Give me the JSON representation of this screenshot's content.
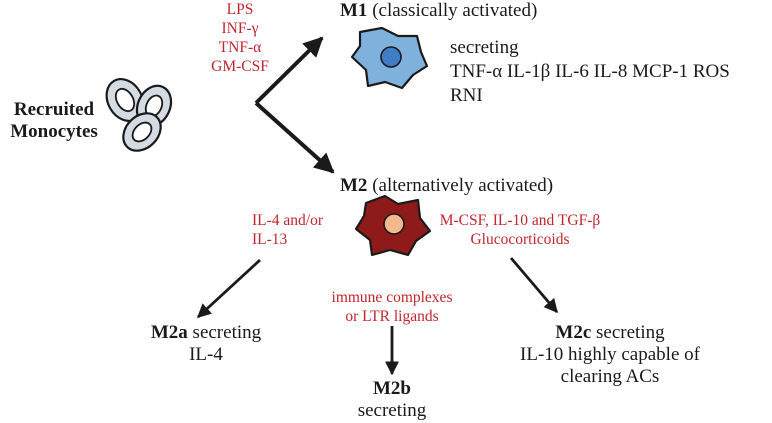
{
  "colors": {
    "stimulus_text": "#c0262d",
    "m1_cell": "#7fb1dd",
    "m1_nucleus": "#3f7ec4",
    "m2_cell": "#8e1a1a",
    "m2_nucleus": "#f2b98e",
    "monocyte": "#d4dbe3",
    "arrow": "#1a1a1a"
  },
  "monocytes": {
    "line1": "Recruited",
    "line2": "Monocytes"
  },
  "m1": {
    "stimuli": [
      "LPS",
      "INF-γ",
      "TNF-α",
      "GM-CSF"
    ],
    "name": "M1",
    "activation": "(classically activated)",
    "secreting_label": "secreting",
    "products": "TNF-α IL-1β IL-6 IL-8 MCP-1 ROS",
    "products_line2": "RNI"
  },
  "m2": {
    "name": "M2",
    "activation": "(alternatively activated)",
    "stimuli_left": [
      "IL-4 and/or",
      "IL-13"
    ],
    "stimuli_right": [
      "M-CSF, IL-10 and TGF-β",
      "Glucocorticoids"
    ],
    "stimuli_mid": [
      "immune complexes",
      "or LTR ligands"
    ]
  },
  "m2a": {
    "name": "M2a",
    "secreting": "secreting",
    "line2": "IL-4"
  },
  "m2b": {
    "name": "M2b",
    "line2": "secreting"
  },
  "m2c": {
    "name": "M2c",
    "secreting": "secreting",
    "line2": "IL-10 highly capable of",
    "line3": "clearing ACs"
  }
}
